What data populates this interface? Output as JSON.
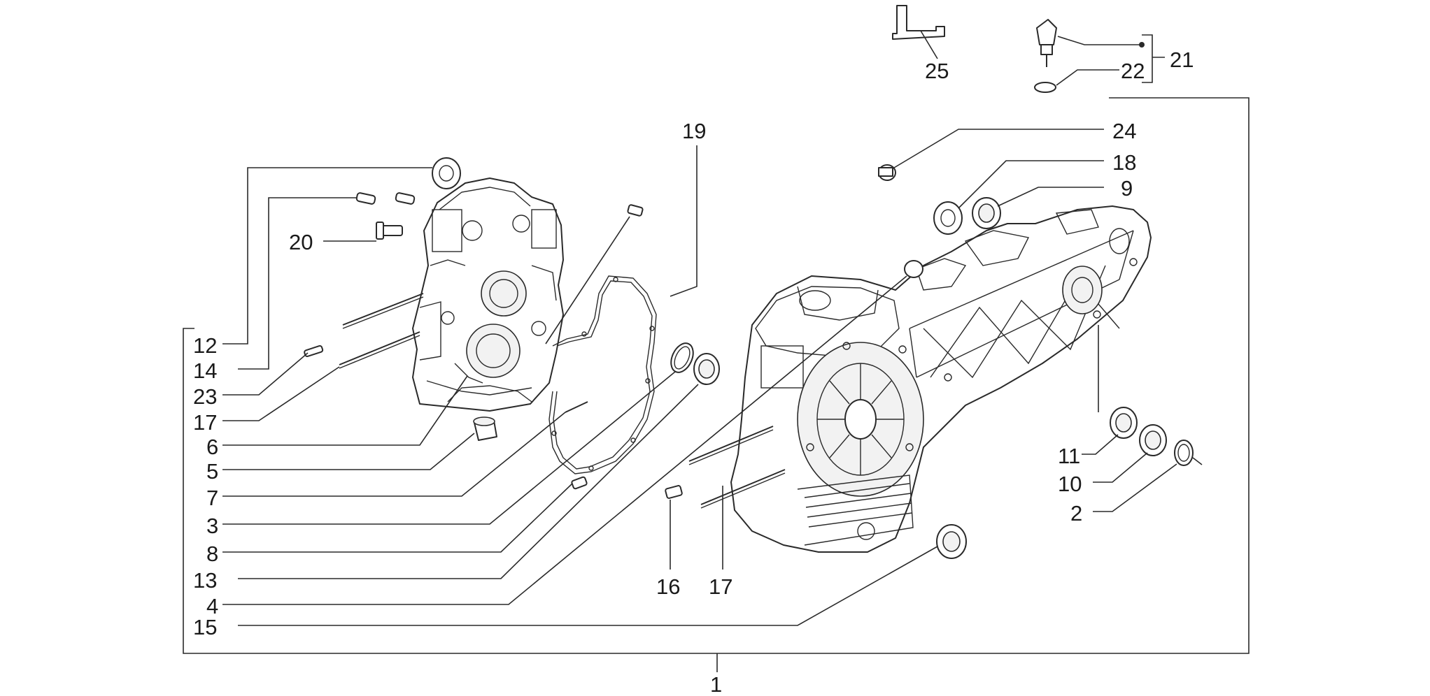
{
  "labels": {
    "l1": "1",
    "l2": "2",
    "l3": "3",
    "l4": "4",
    "l5": "5",
    "l6": "6",
    "l7": "7",
    "l8": "8",
    "l9": "9",
    "l10": "10",
    "l11": "11",
    "l12": "12",
    "l13": "13",
    "l14": "14",
    "l15": "15",
    "l16": "16",
    "l17a": "17",
    "l17b": "17",
    "l18": "18",
    "l19": "19",
    "l20": "20",
    "l21": "21",
    "l22": "22",
    "l23": "23",
    "l24": "24",
    "l25": "25"
  }
}
